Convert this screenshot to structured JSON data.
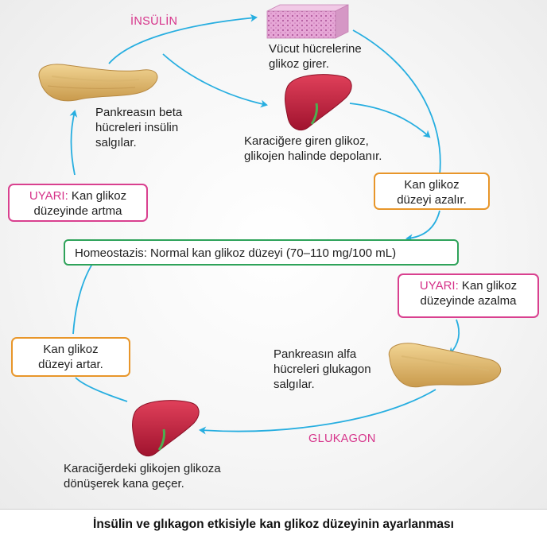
{
  "hormones": {
    "insulin": "İNSÜLİN",
    "glucagon": "GLUKAGON"
  },
  "labels": {
    "body_cells": [
      "Vücut hücrelerine",
      "glikoz girer."
    ],
    "pancreas_beta": [
      "Pankreasın beta",
      "hücreleri insülin",
      "salgılar."
    ],
    "liver_store": [
      "Karaciğere giren glikoz,",
      "glikojen halinde depolanır."
    ],
    "pancreas_alfa": [
      "Pankreasın alfa",
      "hücreleri glukagon",
      "salgılar."
    ],
    "liver_release": [
      "Karaciğerdeki glikojen glikoza",
      "dönüşerek kana geçer."
    ]
  },
  "boxes": {
    "glucose_decreases": [
      "Kan glikoz",
      "düzeyi azalır."
    ],
    "glucose_increases": [
      "Kan glikoz",
      "düzeyi artar."
    ],
    "warning_increase": {
      "prefix": "UYARI:",
      "line1": " Kan glikoz",
      "line2": "düzeyinde artma"
    },
    "warning_decrease": {
      "prefix": "UYARI:",
      "line1": " Kan glikoz",
      "line2": "düzeyinde azalma"
    },
    "homeostasis": "Homeostazis: Normal kan glikoz düzeyi (70–110 mg/100 mL)"
  },
  "caption": "İnsülin ve glıkagon etkisiyle kan glikoz düzeyinin ayarlanması",
  "colors": {
    "arrow": "#27aee0",
    "insulin_text": "#d6338a",
    "glucagon_text": "#d6338a",
    "orange_border": "#e8962a",
    "pink_border": "#d9408f",
    "green_border": "#2fa35a"
  },
  "icons": [
    "pancreas-icon",
    "liver-icon",
    "cell-tissue-icon"
  ]
}
